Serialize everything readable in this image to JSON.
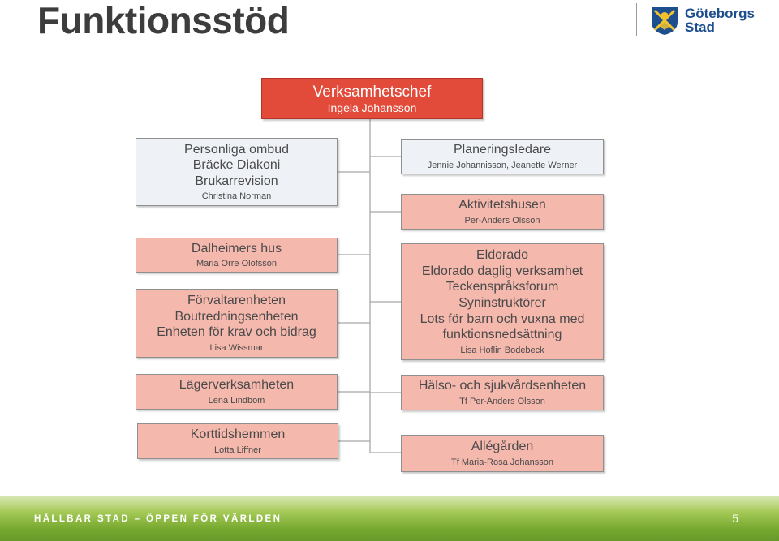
{
  "header": {
    "title": "Funktionsstöd",
    "logo_line1": "Göteborgs",
    "logo_line2": "Stad",
    "logo_icon": "goteborg-crest-icon"
  },
  "chief": {
    "title": "Verksamhetschef",
    "person": "Ingela Johansson"
  },
  "left_units": [
    {
      "lines": [
        "Personliga ombud",
        "Bräcke Diakoni",
        "Brukarrevision"
      ],
      "person": "Christina Norman"
    },
    {
      "lines": [
        "Dalheimers hus"
      ],
      "person": "Maria Orre Olofsson"
    },
    {
      "lines": [
        "Förvaltarenheten",
        "Boutredningsenheten",
        "Enheten för krav och bidrag"
      ],
      "person": "Lisa Wissmar"
    },
    {
      "lines": [
        "Lägerverksamheten"
      ],
      "person": "Lena Lindbom"
    },
    {
      "lines": [
        "Korttidshemmen"
      ],
      "person": "Lotta Liffner"
    }
  ],
  "right_units": [
    {
      "lines": [
        "Planeringsledare"
      ],
      "person": "Jennie Johannisson, Jeanette Werner"
    },
    {
      "lines": [
        "Aktivitetshusen"
      ],
      "person": "Per-Anders Olsson"
    },
    {
      "lines": [
        "Eldorado",
        "Eldorado daglig verksamhet",
        "Teckenspråksforum",
        "Syninstruktörer",
        "Lots för barn och vuxna med",
        "funktionsnedsättning"
      ],
      "person": "Lisa Hoflin Bodebeck"
    },
    {
      "lines": [
        "Hälso- och sjukvårdsenheten"
      ],
      "person": "Tf Per-Anders Olsson"
    },
    {
      "lines": [
        "Allégården"
      ],
      "person": "Tf Maria-Rosa Johansson"
    }
  ],
  "colors": {
    "chief_fill": "#e24b3a",
    "unit_fill": "#f5b8ad",
    "light_fill": "#eef2f7",
    "footer_green": "#74a72e",
    "logo_blue": "#1d4f8f"
  },
  "footer": {
    "slogan": "HÅLLBAR STAD – ÖPPEN FÖR VÄRLDEN",
    "page_number": "5"
  }
}
